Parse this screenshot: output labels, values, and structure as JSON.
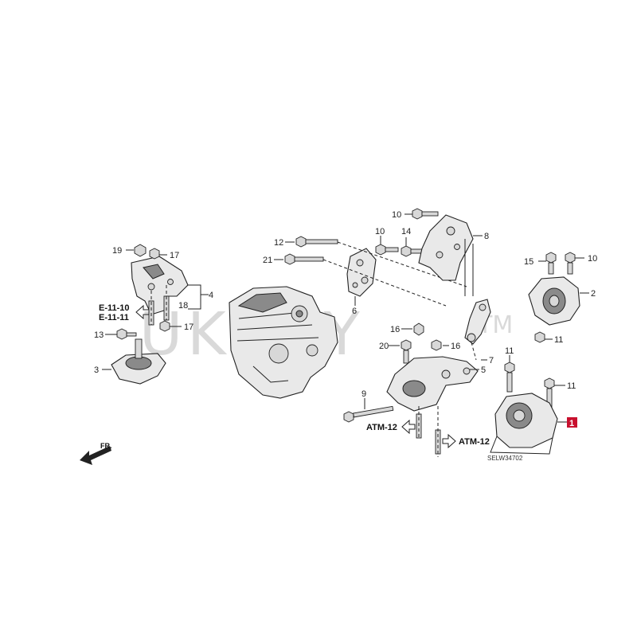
{
  "watermark": {
    "text": "UKQBY",
    "suffix": "TM"
  },
  "diagram_code": "SELW34702",
  "direction_label": "FR.",
  "references": {
    "e_11_10": "E-11-10",
    "e_11_11": "E-11-11",
    "atm_12_left": "ATM-12",
    "atm_12_right": "ATM-12"
  },
  "highlight_number": "1",
  "callouts": {
    "n19": "19",
    "n17a": "17",
    "n4": "4",
    "n18": "18",
    "n17b": "17",
    "n13": "13",
    "n3": "3",
    "n12": "12",
    "n21": "21",
    "n6": "6",
    "n10a": "10",
    "n14": "14",
    "n10b": "10",
    "n8": "8",
    "n16a": "16",
    "n20": "20",
    "n16b": "16",
    "n5": "5",
    "n7": "7",
    "n9": "9",
    "n15": "15",
    "n10c": "10",
    "n2": "2",
    "n11a": "11",
    "n11b": "11",
    "n11c": "11"
  },
  "colors": {
    "highlight": "#c8102e",
    "line": "#222222",
    "watermark": "#d9d9d9"
  }
}
